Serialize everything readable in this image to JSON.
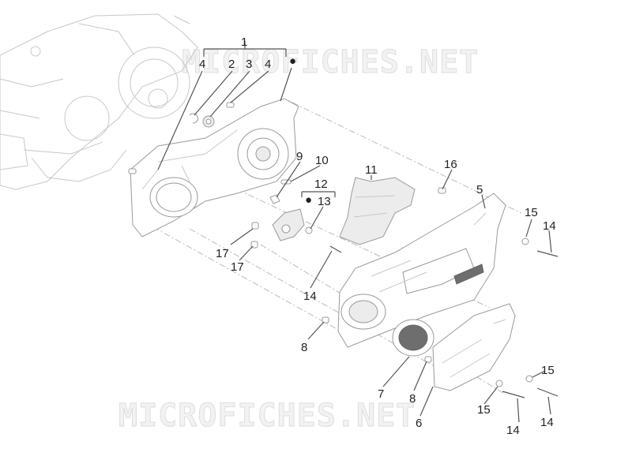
{
  "watermark": "MICROFICHES.NET",
  "callouts": [
    "1",
    "2",
    "3",
    "4",
    "4",
    "5",
    "6",
    "7",
    "8",
    "8",
    "9",
    "10",
    "11",
    "12",
    "13",
    "14",
    "14",
    "14",
    "14",
    "15",
    "15",
    "15",
    "16",
    "17",
    "17"
  ],
  "group_marker": "●"
}
